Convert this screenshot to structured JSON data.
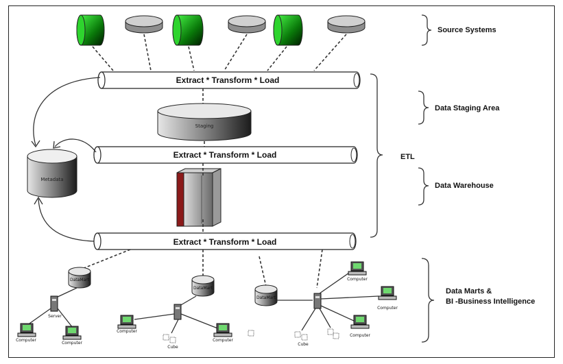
{
  "sections": {
    "source_systems": "Source Systems",
    "data_staging_area": "Data Staging Area",
    "data_warehouse": "Data Warehouse",
    "data_marts_line1": "Data Marts &",
    "data_marts_line2": "BI -Business Intelligence",
    "etl": "ETL"
  },
  "pipes": {
    "etl_1": "Extract * Transform * Load",
    "etl_2": "Extract * Transform * Load",
    "etl_3": "Extract * Transform * Load"
  },
  "stores": {
    "staging": "Staging",
    "metadata": "Metadata",
    "datamart_1": "DataMart",
    "datamart_2": "DataMart",
    "datamart_3": "DataMart"
  },
  "nodes": {
    "server": "Server",
    "computer": "Computer",
    "cube": "Cube"
  },
  "colors": {
    "source_green": "#1fbf1f",
    "source_gray": "#bdbdbd",
    "warehouse_red": "#8b1a1a"
  }
}
